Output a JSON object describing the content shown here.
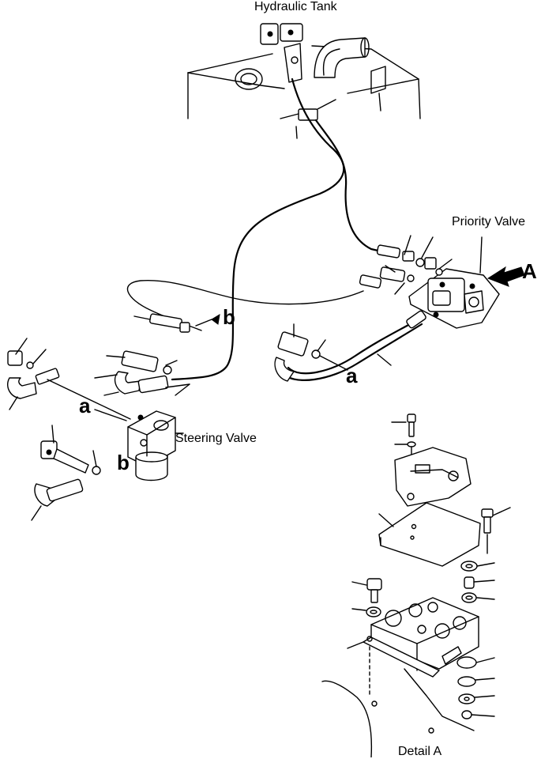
{
  "labels": {
    "hydraulic_tank": "Hydraulic Tank",
    "priority_valve": "Priority Valve",
    "steering_valve": "Steering Valve",
    "detail_a": "Detail A"
  },
  "callouts": {
    "view_a": "A",
    "hose_a_left": "a",
    "hose_a_right": "a",
    "hose_b_left": "b",
    "hose_b_right": "b"
  }
}
